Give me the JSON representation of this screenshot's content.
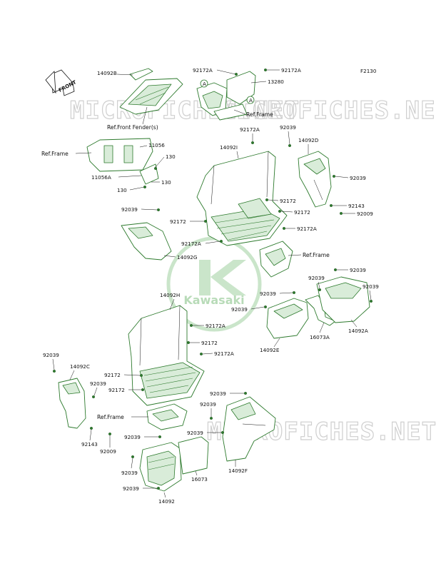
{
  "diagram_code": "F2130",
  "front_arrow_label": "FRONT",
  "watermarks": [
    "MICROFICHES.NET",
    "MICROFICHES.NET",
    "MICROFICHES.NET"
  ],
  "logo_text": "Kawasaki",
  "callout_marker": "A",
  "refs": {
    "front_fender": "Ref.Front Fender(s)",
    "frame_top_right": "Ref.Frame",
    "frame_left": "Ref.Frame",
    "frame_mid_right": "Ref.Frame",
    "frame_lower_left": "Ref.Frame"
  },
  "labels": {
    "l14092B": "14092B",
    "l92172A_1": "92172A",
    "l92172A_2": "92172A",
    "l13280": "13280",
    "l11056": "11056",
    "l130_1": "130",
    "l11056A": "11056A",
    "l130_2": "130",
    "l130_3": "130",
    "l92172A_3": "92172A",
    "l92039_1": "92039",
    "l14092D": "14092D",
    "l14092I": "14092I",
    "l92039_2": "92039",
    "l92143_1": "92143",
    "l92009_1": "92009",
    "l92039_3": "92039",
    "l14092G": "14092G",
    "l92172_1": "92172",
    "l92172_2": "92172",
    "l92172_3": "92172",
    "l92172A_4": "92172A",
    "l92172A_5": "92172A",
    "l14092H": "14092H",
    "l92039_4": "92039",
    "l92039_5": "92039",
    "l92039_6": "92039",
    "l92039_7": "92039",
    "l92039_8": "92039",
    "l14092E": "14092E",
    "l16073A": "16073A",
    "l14092A": "14092A",
    "l92172A_6": "92172A",
    "l92172_4": "92172",
    "l92172A_7": "92172A",
    "l92039_9": "92039",
    "l14092C": "14092C",
    "l92172_5": "92172",
    "l92039_10": "92039",
    "l92172_6": "92172",
    "l92143_2": "92143",
    "l92009_2": "92009",
    "l92039_11": "92039",
    "l92039_12": "92039",
    "l92039_13": "92039",
    "l16073": "16073",
    "l92039_14": "92039",
    "l92039_15": "92039",
    "l14092F": "14092F",
    "l92039_16": "92039",
    "l14092": "14092"
  }
}
